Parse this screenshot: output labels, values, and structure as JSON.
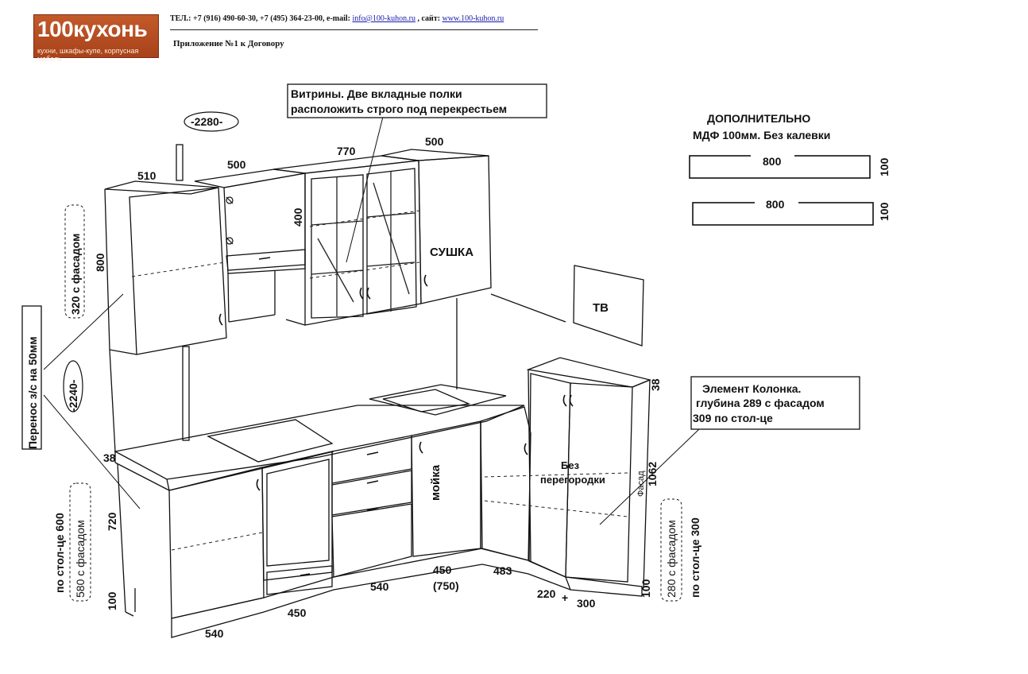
{
  "header": {
    "logo_text": "100кухонь",
    "logo_tagline": "кухни, шкафы-купе, корпусная мебель",
    "contact_prefix": "ТЕЛ.: +7 (916) 490-60-30, +7 (495) 364-23-00, e-mail: ",
    "email": "info@100-kuhon.ru",
    "site_prefix": " , сайт: ",
    "site": "www.100-kuhon.ru",
    "appendix": "Приложение №1 к Договору"
  },
  "notes": {
    "vitrines": [
      "Витрины. Две вкладные полки",
      "расположить строго под перекрестьем"
    ],
    "extra_title": "ДОПОЛНИТЕЛЬНО",
    "extra_sub": "МДФ 100мм. Без калевки",
    "column": [
      "Элемент Колонка.",
      "глубина 289 с фасадом",
      "309 по стол-це"
    ],
    "transfer": "Перенос з/с на 50мм"
  },
  "labels": {
    "sushka": "СУШКА",
    "tv": "ТВ",
    "moyka": "мойка",
    "bez": "Без",
    "peregorodki": "перегородки",
    "fasad": "Фасад"
  },
  "dims": {
    "d2280": "-2280-",
    "d2240": "-2240-",
    "d510": "510",
    "d500a": "500",
    "d770": "770",
    "d500b": "500",
    "d400": "400",
    "d800": "800",
    "d320": "320 с фасадом",
    "d38a": "38",
    "d38b": "38",
    "d720": "720",
    "d100a": "100",
    "d600": "по стол-це 600",
    "d580": "580 с фасадом",
    "d540a": "540",
    "d450a": "450",
    "d540b": "540",
    "d450b": "450",
    "d750": "(750)",
    "d483": "483",
    "d220": "220",
    "plus": "+",
    "d300a": "300",
    "d1062": "1062",
    "d100b": "100",
    "d280": "280 с фасадом",
    "d300b": "по стол-це 300",
    "strip1_w": "800",
    "strip1_h": "100",
    "strip2_w": "800",
    "strip2_h": "100"
  }
}
